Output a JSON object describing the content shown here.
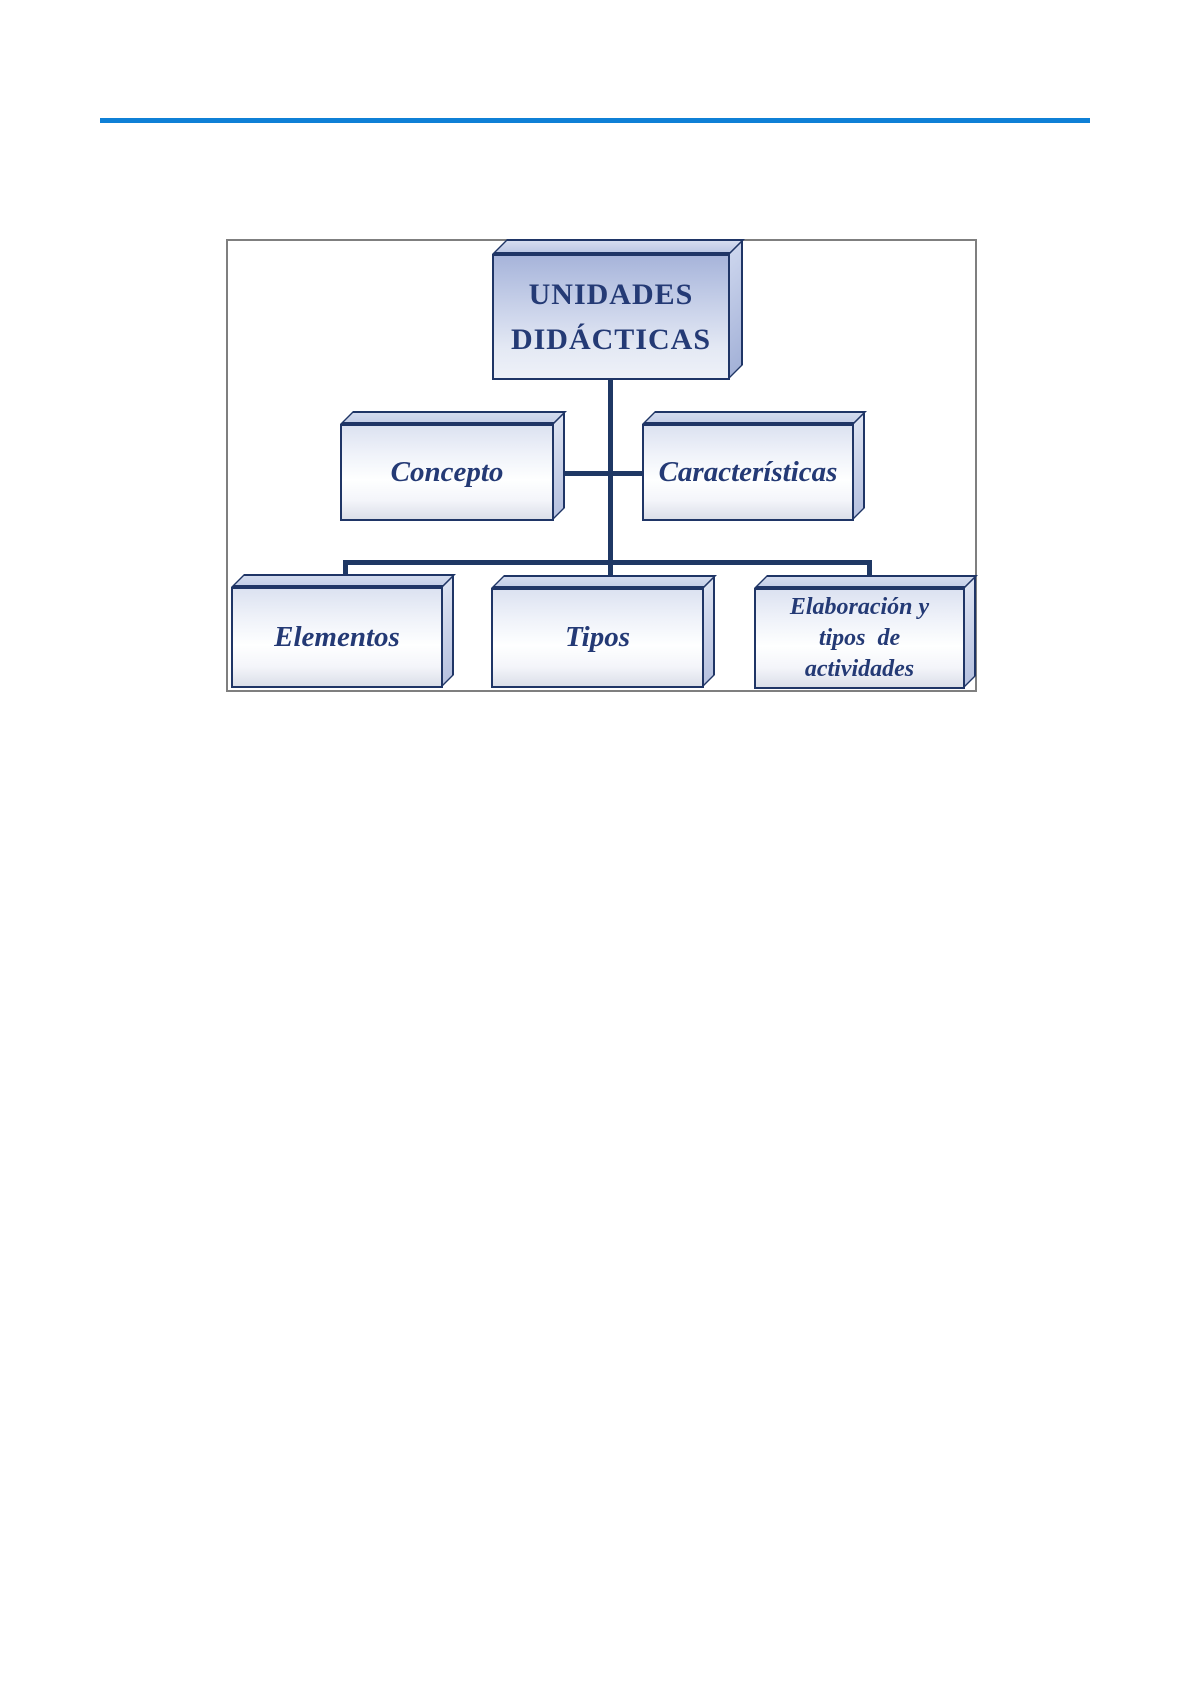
{
  "document": {
    "header_rule_color": "#0f80d6",
    "background_color": "#ffffff"
  },
  "diagram": {
    "frame_border_color": "#7f7f7f",
    "connector_color": "#1f3864",
    "box_border_color": "#1f3566",
    "text_color": "#243a75",
    "title_box": {
      "line1": "UNIDADES",
      "line2": "DIDÁCTICAS"
    },
    "level1": [
      {
        "label": "Concepto"
      },
      {
        "label": "Características"
      }
    ],
    "level2": [
      {
        "label": "Elementos"
      },
      {
        "label": "Tipos"
      },
      {
        "lines": [
          "Elaboración y",
          "tipos  de",
          "actividades"
        ]
      }
    ],
    "hierarchy": {
      "root": "UNIDADES DIDÁCTICAS",
      "children": [
        "Concepto",
        "Características",
        "Elementos",
        "Tipos",
        "Elaboración y tipos de actividades"
      ]
    }
  }
}
